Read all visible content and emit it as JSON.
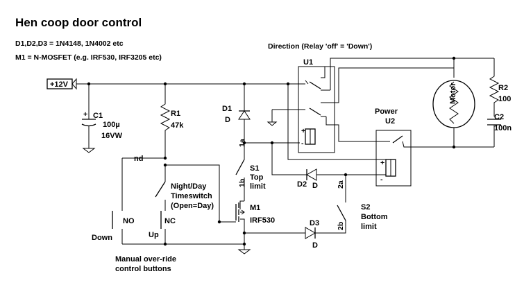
{
  "title": "Hen coop door control",
  "notes": {
    "diodes": "D1,D2,D3 = 1N4148, 1N4002 etc",
    "mosfet": "M1 = N-MOSFET (e.g. IRF530, IRF3205 etc)"
  },
  "direction_label": "Direction (Relay 'off' = 'Down')",
  "supply": "+12V",
  "c1": {
    "name": "C1",
    "value": "100µ",
    "voltage": "16VW"
  },
  "r1": {
    "name": "R1",
    "value": "47k"
  },
  "d1": {
    "name": "D1",
    "sub": "D"
  },
  "d2": {
    "name": "D2",
    "sub": "D"
  },
  "d3": {
    "name": "D3",
    "sub": "D"
  },
  "u1": {
    "name": "U1"
  },
  "u2": {
    "name": "U2",
    "caption": "Power"
  },
  "motor": "Motor",
  "r2": {
    "name": "R2",
    "value": "100"
  },
  "c2": {
    "name": "C2",
    "value": "100n"
  },
  "node_nd": "nd",
  "timeswitch": {
    "line1": "Night/Day",
    "line2": "Timeswitch",
    "line3": "(Open=Day)"
  },
  "s1": {
    "name": "S1",
    "line1": "Top",
    "line2": "limit",
    "pin_a": "1a",
    "pin_b": "1b"
  },
  "s2": {
    "name": "S2",
    "line1": "Bottom",
    "line2": "limit",
    "pin_a": "2a",
    "pin_b": "2b"
  },
  "m1": {
    "name": "M1",
    "part": "IRF530"
  },
  "buttons": {
    "no": "NO",
    "nc": "NC",
    "down": "Down",
    "up": "Up",
    "caption1": "Manual over-ride",
    "caption2": "control buttons"
  },
  "relay_plus": "+",
  "relay_minus": "-"
}
